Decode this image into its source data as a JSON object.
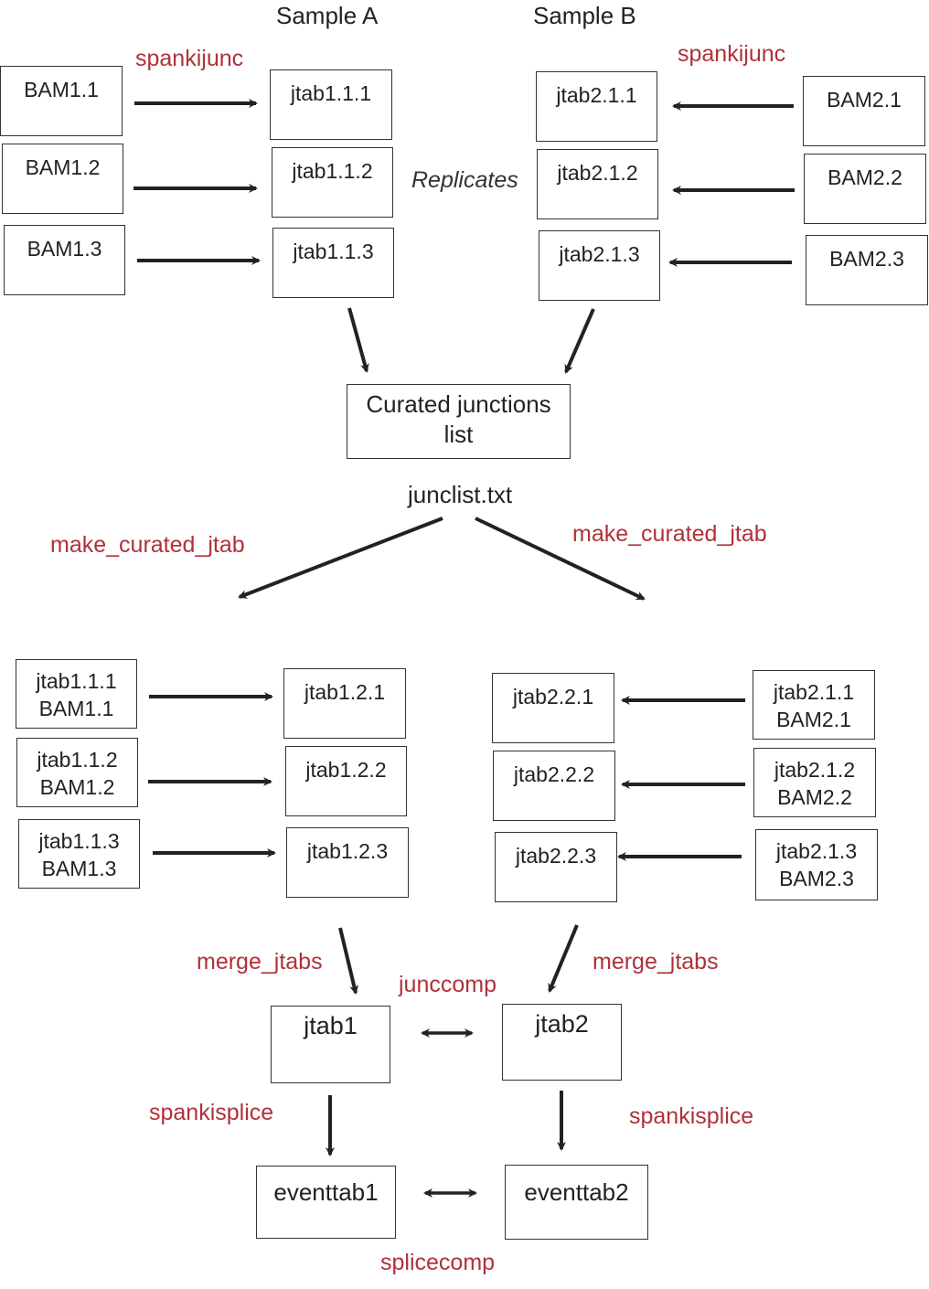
{
  "headers": {
    "sample_a": "Sample A",
    "sample_b": "Sample B"
  },
  "labels": {
    "spankijunc_a": "spankijunc",
    "spankijunc_b": "spankijunc",
    "replicates": "Replicates",
    "curated": "Curated junctions\nlist",
    "junclist": "junclist.txt",
    "make_curated_a": "make_curated_jtab",
    "make_curated_b": "make_curated_jtab",
    "merge_a": "merge_jtabs",
    "merge_b": "merge_jtabs",
    "junccomp": "junccomp",
    "spankisplice_a": "spankisplice",
    "spankisplice_b": "spankisplice",
    "splicecomp": "splicecomp"
  },
  "stage1": {
    "bam_a": [
      "BAM1.1",
      "BAM1.2",
      "BAM1.3"
    ],
    "jtab_a": [
      "jtab1.1.1",
      "jtab1.1.2",
      "jtab1.1.3"
    ],
    "jtab_b": [
      "jtab2.1.1",
      "jtab2.1.2",
      "jtab2.1.3"
    ],
    "bam_b": [
      "BAM2.1",
      "BAM2.2",
      "BAM2.3"
    ]
  },
  "stage2": {
    "in_a": [
      "jtab1.1.1\nBAM1.1",
      "jtab1.1.2\nBAM1.2",
      "jtab1.1.3\nBAM1.3"
    ],
    "out_a": [
      "jtab1.2.1",
      "jtab1.2.2",
      "jtab1.2.3"
    ],
    "out_b": [
      "jtab2.2.1",
      "jtab2.2.2",
      "jtab2.2.3"
    ],
    "in_b": [
      "jtab2.1.1\nBAM2.1",
      "jtab2.1.2\nBAM2.2",
      "jtab2.1.3\nBAM2.3"
    ]
  },
  "merged": {
    "jtab1": "jtab1",
    "jtab2": "jtab2",
    "eventtab1": "eventtab1",
    "eventtab2": "eventtab2"
  },
  "colors": {
    "label_red": "#b0313a",
    "box_border": "#333333",
    "arrow": "#222222"
  }
}
